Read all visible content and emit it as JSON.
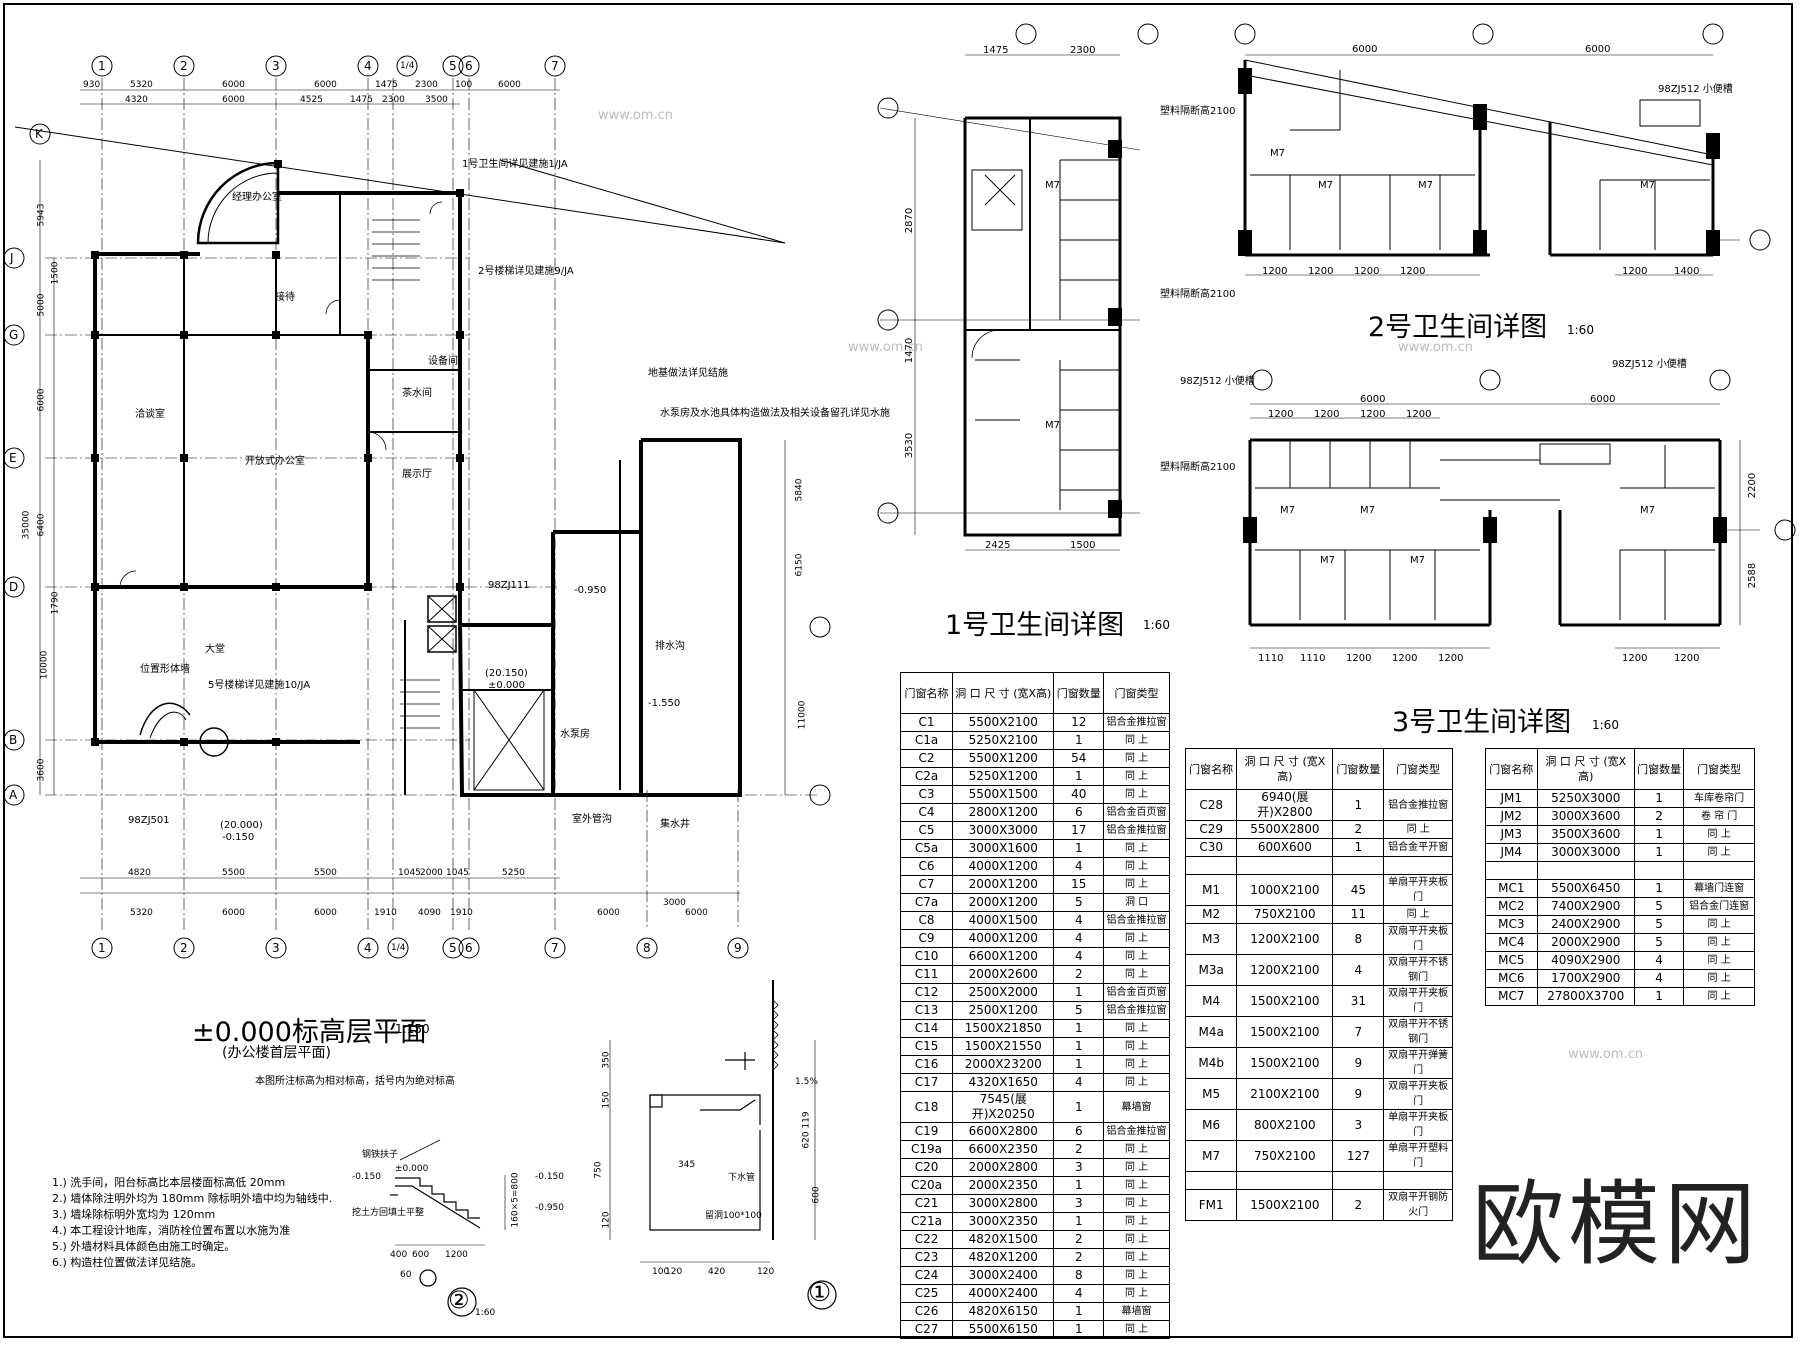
{
  "titles": {
    "main_plan": "±0.000标高层平面",
    "main_plan_scale": "1:150",
    "main_plan_sub": "(办公楼首层平面)",
    "main_plan_note": "本图所注标高为相对标高，括号内为绝对标高",
    "toilet1": "1号卫生间详图",
    "toilet1_scale": "1:60",
    "toilet2": "2号卫生间详图",
    "toilet2_scale": "1:60",
    "toilet3": "3号卫生间详图",
    "toilet3_scale": "1:60",
    "detail1": "①",
    "detail2": "②",
    "detail2_scale": "1:60"
  },
  "watermark": {
    "brand": "欧模网",
    "url": "www.om.cn"
  },
  "axes": {
    "top_cols": [
      "1",
      "2",
      "3",
      "4",
      "1/4",
      "5",
      "6",
      "7"
    ],
    "bottom_cols": [
      "1",
      "2",
      "3",
      "4",
      "1/4",
      "5",
      "6",
      "7",
      "8",
      "9"
    ],
    "left_rows": [
      "K",
      "J",
      "G",
      "E",
      "D",
      "B",
      "A"
    ],
    "top_dims_row1": [
      "930",
      "5320",
      "6000",
      "6000",
      "1475",
      "2300",
      "100",
      "6000"
    ],
    "top_dims_row2": [
      "4320",
      "6000",
      "4525",
      "1475",
      "2300",
      "3500"
    ],
    "bottom_dims_row1": [
      "4820",
      "5500",
      "5500",
      "1045",
      "2000",
      "1045",
      "5250"
    ],
    "bottom_dims_row2": [
      "5320",
      "6000",
      "6000",
      "1910",
      "4090",
      "1910",
      "6000",
      "3000",
      "6000"
    ],
    "left_dims": [
      "5943",
      "1500",
      "5000",
      "6000",
      "6400",
      "1790",
      "10000",
      "3600",
      "35000"
    ],
    "right_dims": [
      "5840",
      "6150",
      "11000"
    ]
  },
  "rooms": [
    {
      "label": "经理办公室"
    },
    {
      "label": "接待"
    },
    {
      "label": "洽谈室"
    },
    {
      "label": "开放式办公室"
    },
    {
      "label": "展示厅"
    },
    {
      "label": "茶水间"
    },
    {
      "label": "设备间"
    },
    {
      "label": "大堂"
    },
    {
      "label": "位置形体墙"
    },
    {
      "label": "水泵房"
    },
    {
      "label": "排水沟"
    },
    {
      "label": "集水井"
    },
    {
      "label": "室外管沟"
    }
  ],
  "plan_notes": [
    "1号卫生间详见建施1/JA",
    "2号楼梯详见建施9/JA",
    "5号楼梯详见建施10/JA",
    "地基做法详见结施",
    "水泵房及水池具体构造做法及相关设备留孔详见水施",
    "(20.150)",
    "±0.000",
    "(20.000)",
    "-0.150",
    "-0.950",
    "-1.550",
    "98ZJ111",
    "98ZJ501"
  ],
  "general_notes": [
    "1.) 洗手间，阳台标高比本层楼面标高低 20mm",
    "2.) 墙体除注明外均为 180mm 除标明外墙中均为轴线中.",
    "3.) 墙垛除标明外宽均为 120mm",
    "4.) 本工程设计地库，消防栓位置布置以水施为准",
    "5.) 外墙材料具体颜色由施工时确定。",
    "6.) 构造柱位置做法详见结施。"
  ],
  "toilet_labels": {
    "partition": "塑料隔断高2100",
    "urinal": "98ZJ512 小便槽",
    "door": "M7",
    "t1_dims_top": [
      "1475",
      "2300"
    ],
    "t1_dims_bottom": [
      "2425",
      "1500"
    ],
    "t1_dims_left": [
      "2870",
      "1470",
      "3530"
    ],
    "t2_dims_top": [
      "6000",
      "6000"
    ],
    "t2_dims_bottom": [
      "1200",
      "1200",
      "1200",
      "1200",
      "1200",
      "1400"
    ],
    "t3_dims_top": [
      "6000",
      "6000"
    ],
    "t3_dims_sub": [
      "1200",
      "1200",
      "1200",
      "1200"
    ],
    "t3_dims_bottom": [
      "1110",
      "1110",
      "1200",
      "1200",
      "1200",
      "1200",
      "1200"
    ],
    "t3_dims_right": [
      "2200",
      "2588"
    ]
  },
  "detail_labels": {
    "d1": [
      "350",
      "150",
      "1.5%",
      "119",
      "620",
      "750",
      "120",
      "600",
      "345",
      "100",
      "120",
      "420",
      "120",
      "下水管",
      "留洞100*100"
    ],
    "d2": [
      "钢铁扶子",
      "-0.150",
      "±0.000",
      "-0.150",
      "-0.950",
      "160×5=800",
      "400",
      "600",
      "1200",
      "60",
      "挖土方回填土平整"
    ]
  },
  "table1": {
    "headers": [
      "门窗名称",
      "洞 口 尺 寸 (宽X高)",
      "门窗数量",
      "门窗类型"
    ],
    "rows": [
      [
        "C1",
        "5500X2100",
        "12",
        "铝合金推拉窗"
      ],
      [
        "C1a",
        "5250X2100",
        "1",
        "同 上"
      ],
      [
        "C2",
        "5500X1200",
        "54",
        "同 上"
      ],
      [
        "C2a",
        "5250X1200",
        "1",
        "同 上"
      ],
      [
        "C3",
        "5500X1500",
        "40",
        "同 上"
      ],
      [
        "C4",
        "2800X1200",
        "6",
        "铝合金百页窗"
      ],
      [
        "C5",
        "3000X3000",
        "17",
        "铝合金推拉窗"
      ],
      [
        "C5a",
        "3000X1600",
        "1",
        "同 上"
      ],
      [
        "C6",
        "4000X1200",
        "4",
        "同 上"
      ],
      [
        "C7",
        "2000X1200",
        "15",
        "同 上"
      ],
      [
        "C7a",
        "2000X1200",
        "5",
        "洞 口"
      ],
      [
        "C8",
        "4000X1500",
        "4",
        "铝合金推拉窗"
      ],
      [
        "C9",
        "4000X1200",
        "4",
        "同 上"
      ],
      [
        "C10",
        "6600X1200",
        "4",
        "同 上"
      ],
      [
        "C11",
        "2000X2600",
        "2",
        "同 上"
      ],
      [
        "C12",
        "2500X2000",
        "1",
        "铝合金百页窗"
      ],
      [
        "C13",
        "2500X1200",
        "5",
        "铝合金推拉窗"
      ],
      [
        "C14",
        "1500X21850",
        "1",
        "同 上"
      ],
      [
        "C15",
        "1500X21550",
        "1",
        "同 上"
      ],
      [
        "C16",
        "2000X23200",
        "1",
        "同 上"
      ],
      [
        "C17",
        "4320X1650",
        "4",
        "同 上"
      ],
      [
        "C18",
        "7545(展开)X20250",
        "1",
        "幕墙窗"
      ],
      [
        "C19",
        "6600X2800",
        "6",
        "铝合金推拉窗"
      ],
      [
        "C19a",
        "6600X2350",
        "2",
        "同 上"
      ],
      [
        "C20",
        "2000X2800",
        "3",
        "同 上"
      ],
      [
        "C20a",
        "2000X2350",
        "1",
        "同 上"
      ],
      [
        "C21",
        "3000X2800",
        "3",
        "同 上"
      ],
      [
        "C21a",
        "3000X2350",
        "1",
        "同 上"
      ],
      [
        "C22",
        "4820X1500",
        "2",
        "同 上"
      ],
      [
        "C23",
        "4820X1200",
        "2",
        "同 上"
      ],
      [
        "C24",
        "3000X2400",
        "8",
        "同 上"
      ],
      [
        "C25",
        "4000X2400",
        "4",
        "同 上"
      ],
      [
        "C26",
        "4820X6150",
        "1",
        "幕墙窗"
      ],
      [
        "C27",
        "5500X6150",
        "1",
        "同 上"
      ]
    ]
  },
  "table2": {
    "headers": [
      "门窗名称",
      "洞 口 尺 寸 (宽X高)",
      "门窗数量",
      "门窗类型"
    ],
    "rows": [
      [
        "C28",
        "6940(展开)X2800",
        "1",
        "铝合金推拉窗"
      ],
      [
        "C29",
        "5500X2800",
        "2",
        "同 上"
      ],
      [
        "C30",
        "600X600",
        "1",
        "铝合金平开窗"
      ],
      [
        "",
        "",
        "",
        ""
      ],
      [
        "M1",
        "1000X2100",
        "45",
        "单扇平开夹板门"
      ],
      [
        "M2",
        "750X2100",
        "11",
        "同 上"
      ],
      [
        "M3",
        "1200X2100",
        "8",
        "双扇平开夹板门"
      ],
      [
        "M3a",
        "1200X2100",
        "4",
        "双扇平开不锈钢门"
      ],
      [
        "M4",
        "1500X2100",
        "31",
        "双扇平开夹板门"
      ],
      [
        "M4a",
        "1500X2100",
        "7",
        "双扇平开不锈钢门"
      ],
      [
        "M4b",
        "1500X2100",
        "9",
        "双扇平开弹簧门"
      ],
      [
        "M5",
        "2100X2100",
        "9",
        "双扇平开夹板门"
      ],
      [
        "M6",
        "800X2100",
        "3",
        "单扇平开夹板门"
      ],
      [
        "M7",
        "750X2100",
        "127",
        "单扇平开塑料门"
      ],
      [
        "",
        "",
        "",
        ""
      ],
      [
        "FM1",
        "1500X2100",
        "2",
        "双扇平开钢防火门"
      ]
    ]
  },
  "table3": {
    "headers": [
      "门窗名称",
      "洞 口 尺 寸 (宽X高)",
      "门窗数量",
      "门窗类型"
    ],
    "rows": [
      [
        "JM1",
        "5250X3000",
        "1",
        "车库卷帘门"
      ],
      [
        "JM2",
        "3000X3600",
        "2",
        "卷 帘 门"
      ],
      [
        "JM3",
        "3500X3600",
        "1",
        "同 上"
      ],
      [
        "JM4",
        "3000X3000",
        "1",
        "同 上"
      ],
      [
        "",
        "",
        "",
        ""
      ],
      [
        "MC1",
        "5500X6450",
        "1",
        "幕墙门连窗"
      ],
      [
        "MC2",
        "7400X2900",
        "5",
        "铝合金门连窗"
      ],
      [
        "MC3",
        "2400X2900",
        "5",
        "同 上"
      ],
      [
        "MC4",
        "2000X2900",
        "5",
        "同 上"
      ],
      [
        "MC5",
        "4090X2900",
        "4",
        "同 上"
      ],
      [
        "MC6",
        "1700X2900",
        "4",
        "同 上"
      ],
      [
        "MC7",
        "27800X3700",
        "1",
        "同 上"
      ]
    ]
  }
}
